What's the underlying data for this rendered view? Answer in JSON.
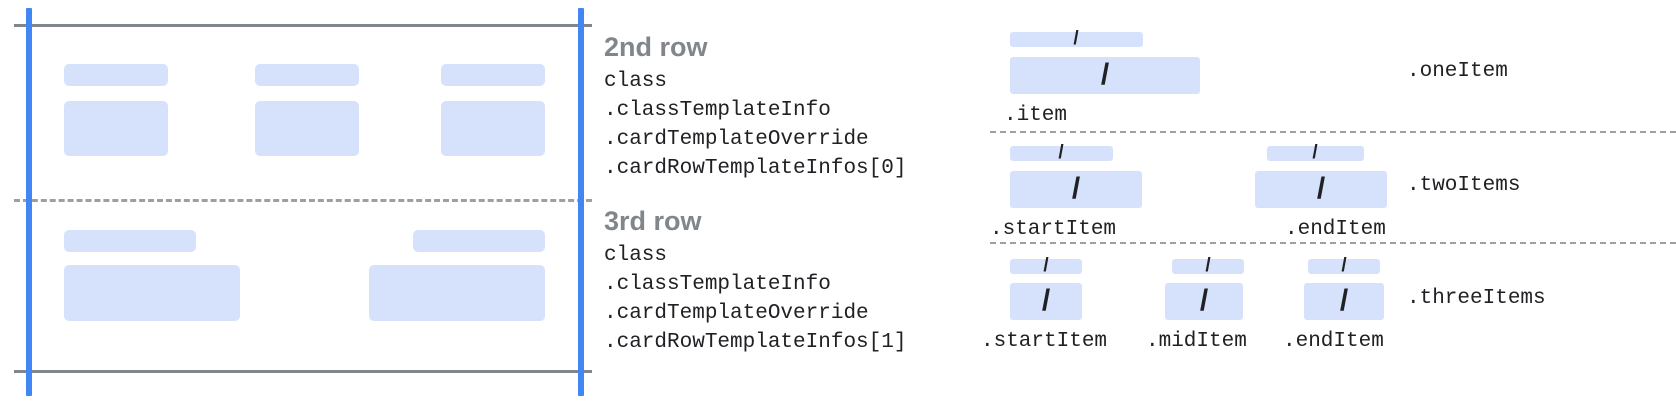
{
  "left_diagram": {
    "name": "card-row-layout-preview",
    "rules": {
      "top": "solid-line",
      "bottom": "solid-line",
      "middle": "dashed-divider"
    },
    "guides": {
      "left": "blue-vertical-guide",
      "right": "blue-vertical-guide"
    },
    "rows": [
      {
        "name": "2nd row",
        "items": [
          {
            "label_placeholder": "label",
            "value_placeholder": "value"
          },
          {
            "label_placeholder": "label",
            "value_placeholder": "value"
          },
          {
            "label_placeholder": "label",
            "value_placeholder": "value"
          }
        ]
      },
      {
        "name": "3rd row",
        "items": [
          {
            "label_placeholder": "label",
            "value_placeholder": "value"
          },
          {
            "label_placeholder": "label",
            "value_placeholder": "value"
          }
        ]
      }
    ]
  },
  "middle_column": {
    "blocks": [
      {
        "title": "2nd row",
        "lines": [
          "class",
          ".classTemplateInfo",
          ".cardTemplateOverride",
          ".cardRowTemplateInfos[0]"
        ]
      },
      {
        "title": "3rd row",
        "lines": [
          "class",
          ".classTemplateInfo",
          ".cardTemplateOverride",
          ".cardRowTemplateInfos[1]"
        ]
      }
    ]
  },
  "right_diagram": {
    "variants": [
      {
        "name": ".oneItem",
        "slots": [
          {
            "label": ".item",
            "glyph": "/"
          }
        ]
      },
      {
        "name": ".twoItems",
        "slots": [
          {
            "label": ".startItem",
            "glyph": "/"
          },
          {
            "label": ".endItem",
            "glyph": "/"
          }
        ]
      },
      {
        "name": ".threeItems",
        "slots": [
          {
            "label": ".startItem",
            "glyph": "/"
          },
          {
            "label": ".midItem",
            "glyph": "/"
          },
          {
            "label": ".endItem",
            "glyph": "/"
          }
        ]
      }
    ]
  },
  "colors": {
    "placeholder_fill": "#d6e2fb",
    "guide_blue": "#4285f4",
    "rule_gray": "#80868b",
    "dash_gray": "#9aa0a6",
    "text_dark": "#202124",
    "title_gray": "#80868b"
  }
}
